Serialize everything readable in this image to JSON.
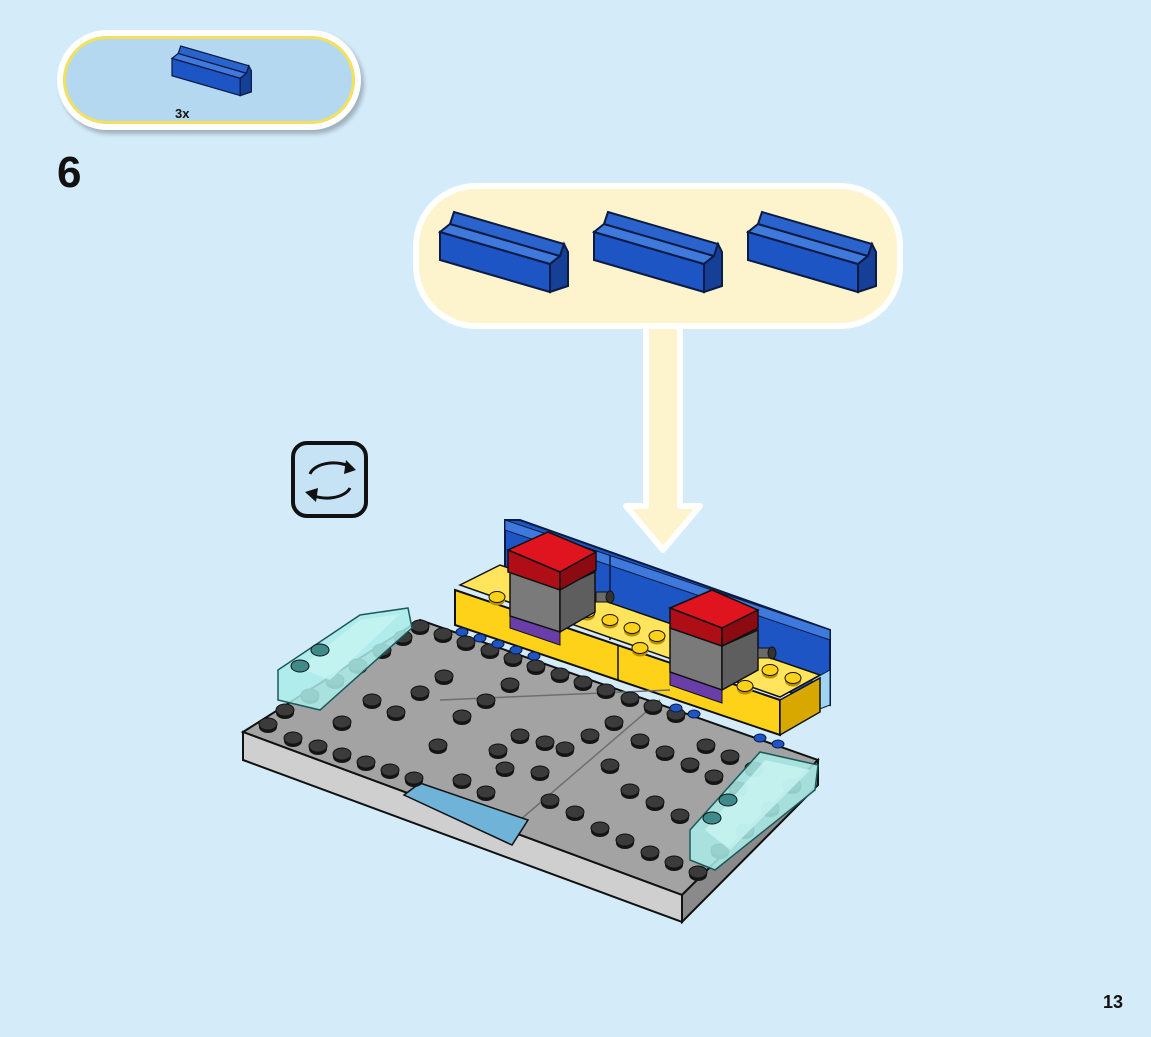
{
  "parts_list": {
    "items": [
      {
        "part": "blue-panel-1x4",
        "color": "#1d55c4",
        "quantity_label": "3x"
      }
    ]
  },
  "step": {
    "number": "6"
  },
  "colors": {
    "background": "#d4ebfa",
    "callout_blue": "#b5d8f1",
    "callout_cream": "#fdf3cc",
    "brick_blue": "#1d55c4",
    "brick_yellow": "#ffd21a",
    "brick_red": "#d0111b",
    "plate_gray": "#a3a3a3",
    "trans_light_blue": "#a9ece8"
  },
  "icons": {
    "rotate": "rotate-model-icon"
  },
  "page": {
    "number": "13"
  }
}
